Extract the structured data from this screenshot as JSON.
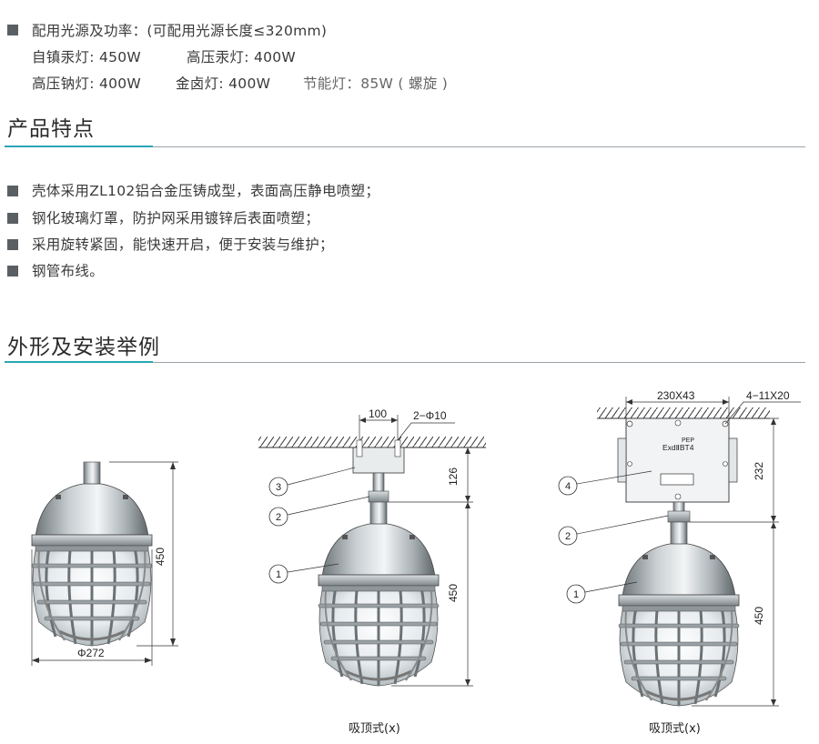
{
  "power_spec": {
    "title": "配用光源及功率：(可配用光源长度≤320mm)",
    "line1_a": "自镇汞灯: 450W",
    "line1_b": "高压汞灯: 400W",
    "line2_a": "高压钠灯: 400W",
    "line2_b": "金卤灯: 400W",
    "line2_c": "节能灯：85W ( 螺旋 )"
  },
  "features": {
    "heading": "产品特点",
    "items": [
      "壳体采用ZL102铝合金压铸成型，表面高压静电喷塑；",
      "钢化玻璃灯罩，防护网采用镀锌后表面喷塑；",
      "采用旋转紧固，能快速开启，便于安装与维护；",
      "钢管布线。"
    ]
  },
  "installation": {
    "heading": "外形及安装举例",
    "fig1": {
      "dim_height": "450",
      "dim_diameter": "Φ272"
    },
    "fig2": {
      "dim_top": "100",
      "dim_holes": "2−Φ10",
      "dim_126": "126",
      "dim_450": "450",
      "callouts": [
        "3",
        "2",
        "1"
      ],
      "caption": "吸顶式(x)"
    },
    "fig3": {
      "dim_top": "230X43",
      "dim_holes": "4−11X20",
      "dim_232": "232",
      "dim_450": "450",
      "box_mark_top": "PEP",
      "box_mark_main": "ExdⅡBT4",
      "callouts": [
        "4",
        "2",
        "1"
      ],
      "caption": "吸顶式(x)"
    }
  },
  "colors": {
    "accent": "#2aa6b4",
    "rule": "#9aa3a8",
    "bullet": "#5a5f63"
  }
}
